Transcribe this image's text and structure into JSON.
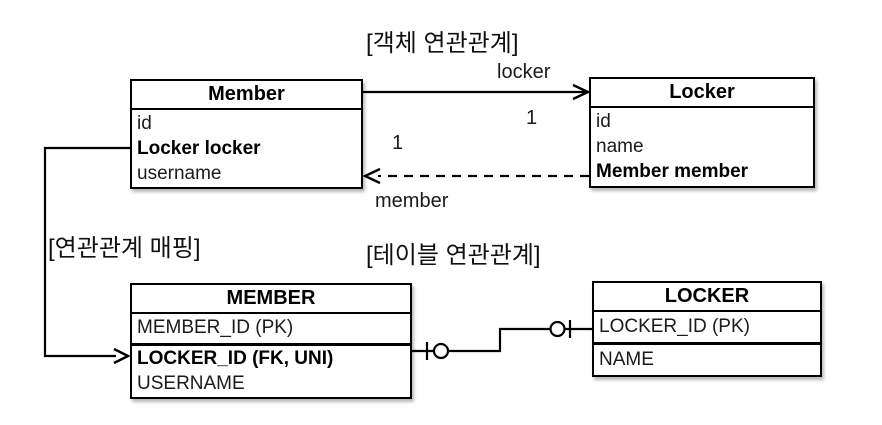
{
  "title_labels": {
    "object_association": "[객체 연관관계]",
    "association_mapping": "[연관관계 매핑]",
    "table_association": "[테이블 연관관계]"
  },
  "object_diagram": {
    "member_class": {
      "title": "Member",
      "fields": [
        "id",
        "Locker locker",
        "username"
      ]
    },
    "locker_class": {
      "title": "Locker",
      "fields": [
        "id",
        "name",
        "Member member"
      ]
    },
    "locker_association": {
      "label": "locker",
      "multiplicity": "1"
    },
    "member_association": {
      "label": "member",
      "multiplicity": "1"
    }
  },
  "table_diagram": {
    "member_table": {
      "title": "MEMBER",
      "rows": [
        "MEMBER_ID (PK)",
        "LOCKER_ID (FK, UNI)",
        "USERNAME"
      ]
    },
    "locker_table": {
      "title": "LOCKER",
      "rows": [
        "LOCKER_ID (PK)",
        "NAME"
      ]
    }
  },
  "colors": {
    "line": "#000000",
    "background": "#ffffff"
  }
}
